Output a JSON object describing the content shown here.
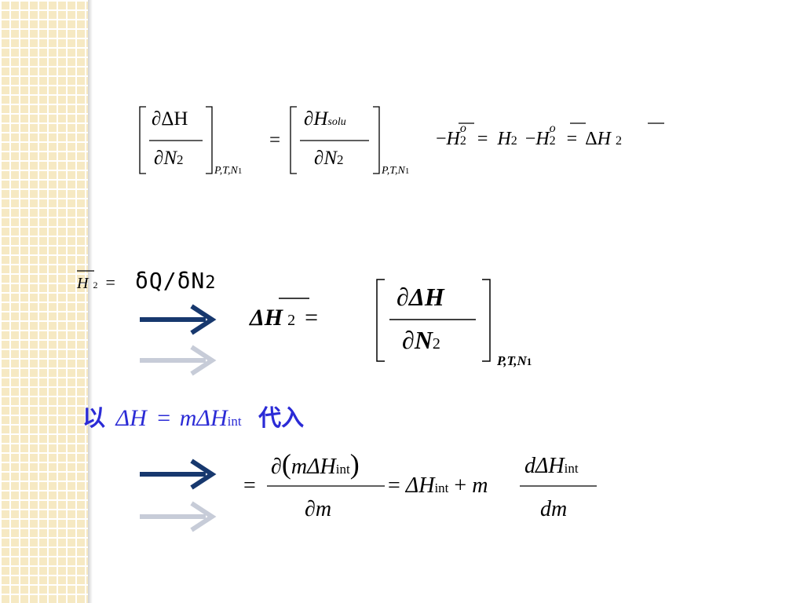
{
  "eq1": {
    "delta_h": "∂ΔH",
    "dn2": "∂N",
    "two": "2",
    "subscript": "P,T,N",
    "one": "1",
    "equals": "=",
    "dh_solu": "∂H",
    "solu": "solu",
    "tail_minus": "−",
    "H": "H",
    "o": "o",
    "eq_sign": "=",
    "minus": "−",
    "delta": "Δ"
  },
  "eq2": {
    "lhs_H": "H",
    "lhs_2": "2",
    "eq": "=",
    "rhs_text": "δQ/δN",
    "rhs_2": "2"
  },
  "eq3": {
    "delta_H": "ΔH",
    "two": "2",
    "eq": "=",
    "num": "∂ΔH",
    "den": "∂N",
    "den_2": "2",
    "sub": "P,T,N",
    "sub_1": "1"
  },
  "eq4": {
    "prefix": "以",
    "expr_a": "ΔH",
    "expr_eq": "=",
    "expr_m": "m",
    "expr_b": "ΔH",
    "expr_int": "int",
    "suffix": "代入"
  },
  "eq5": {
    "eq": "=",
    "num_open": "∂",
    "num_m": "m",
    "num_dh": "ΔH",
    "num_int": "int",
    "den": "∂m",
    "eq2": "=",
    "dh": "ΔH",
    "int": "int",
    "plus": "+",
    "m": "m",
    "d_num": "dΔH",
    "d_int": "int",
    "d_den": "dm"
  },
  "colors": {
    "arrow_dark": "#17386e",
    "arrow_light": "#c7ccd8",
    "blue_text": "#2b2bd6",
    "strip": "#f6e9c3"
  }
}
